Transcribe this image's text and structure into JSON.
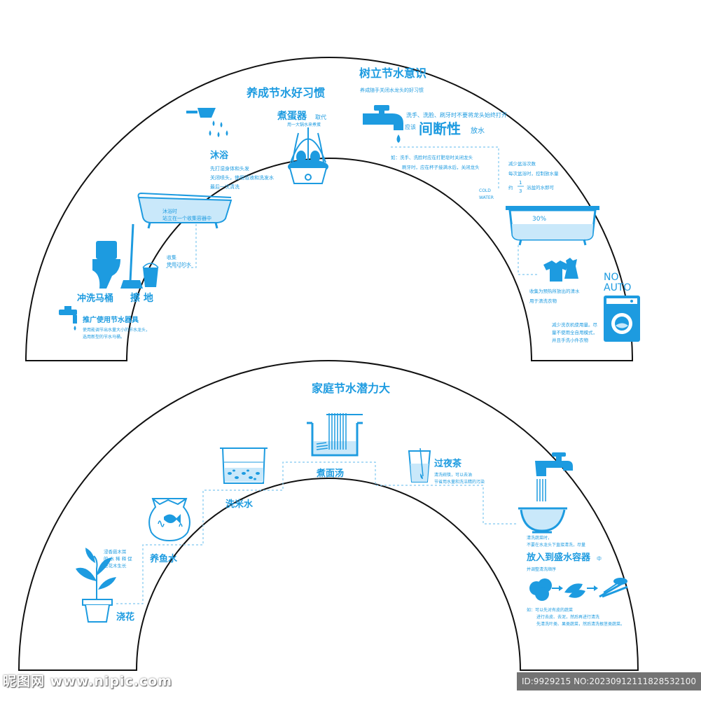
{
  "colors": {
    "accent": "#1d9be0",
    "light": "#7fc7f0",
    "fill": "#c9e8fa",
    "outline": "#111111"
  },
  "top": {
    "habits": {
      "title": "养成节水好习惯",
      "shower_title": "沐浴",
      "shower_lines": [
        "先打湿身体和头发",
        "关闭喷头，使用浴液和洗发水",
        "最后一次清洗"
      ],
      "egg_title": "煮蛋器",
      "egg_suffix": "取代",
      "egg_sub": "用一大锅水来煮蛋",
      "tub_note_1": "沐浴时",
      "tub_note_2": "站立在一个收集容器中",
      "collect_1": "收集",
      "collect_2": "使用过的水",
      "toilet": "冲洗马桶",
      "mop": "擦 地",
      "fixture_title": "推广使用节水器具",
      "fixture_lines": [
        "使用能调节出水量大小的节水龙头，",
        "选用新型的节水马桶。"
      ]
    },
    "awareness": {
      "title": "树立节水意识",
      "subtitle": "养成随手关闭水龙头的好习惯",
      "line1": "洗手、洗脸、刷牙时不要将龙头始终打开",
      "should": "应该",
      "big": "间断性",
      "water": "放水",
      "example_1": "如：洗手、洗脸时应在打肥皂时关闭龙头",
      "example_2": "刷牙时，应在杯子接满水后，关闭龙头",
      "bath_1": "减少盆浴次数",
      "bath_2": "每次盆浴时，控制放水量",
      "bath_3a": "约",
      "frac_num": "1",
      "frac_den": "3",
      "bath_3b": "浴盆的水即可",
      "cold_1": "COLD",
      "cold_2": "WATER",
      "percent": "30%",
      "laundry_1": "收集为预热所放出的清水",
      "laundry_2": "用于清洗衣物",
      "noauto_1": "NO",
      "noauto_2": "AUTO",
      "washer_lines": [
        "减少洗衣机使用量。尽",
        "量不使用全自用模式，",
        "并且手洗小件衣物"
      ]
    }
  },
  "bottom": {
    "title": "家庭节水潜力大",
    "noodle": "煮面汤",
    "rice": "洗米水",
    "fish": "养鱼水",
    "flower": "浇花",
    "flower_note": [
      "浸香菇木耳",
      "的 水 稀 释 促",
      "进花木生长"
    ],
    "tea": "过夜茶",
    "tea_note": [
      "清洗碗筷，可以去油",
      "节省用水量和洗洁精的污染"
    ],
    "veg_note": [
      "清洗蔬菜时，",
      "不要在水龙头下直接清洗，尽量"
    ],
    "container": "放入到盛水容器",
    "container_suffix": "中",
    "order": "并调整清洗顺序",
    "veg_example": [
      "如：可以先对有皮的蔬菜",
      "进行去皮、去泥，然后再进行清洗",
      "先清洗叶类、果类蔬菜，然后清洗根茎类蔬菜。"
    ]
  },
  "watermark": {
    "left": "昵图网 www.nipic.com",
    "right": "ID:9929215 NO:20230912111828532100"
  }
}
